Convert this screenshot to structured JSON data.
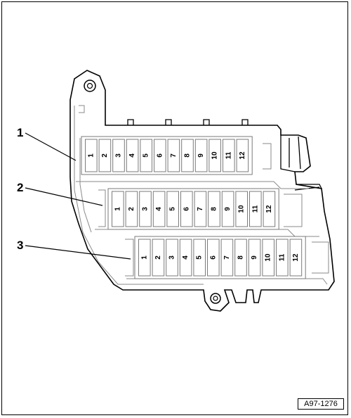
{
  "figure_id": "A97-1276",
  "callouts": [
    {
      "label": "1"
    },
    {
      "label": "2"
    },
    {
      "label": "3"
    }
  ],
  "fuse_rows": [
    {
      "callout": "1",
      "fuses": [
        "1",
        "2",
        "3",
        "4",
        "5",
        "6",
        "7",
        "8",
        "9",
        "10",
        "11",
        "12"
      ]
    },
    {
      "callout": "2",
      "fuses": [
        "1",
        "2",
        "3",
        "4",
        "5",
        "6",
        "7",
        "8",
        "9",
        "10",
        "11",
        "12"
      ]
    },
    {
      "callout": "3",
      "fuses": [
        "1",
        "2",
        "3",
        "4",
        "5",
        "6",
        "7",
        "8",
        "9",
        "10",
        "11",
        "12"
      ]
    }
  ],
  "colors": {
    "line": "#000000",
    "detail": "#7a7a7a",
    "background": "#ffffff"
  }
}
